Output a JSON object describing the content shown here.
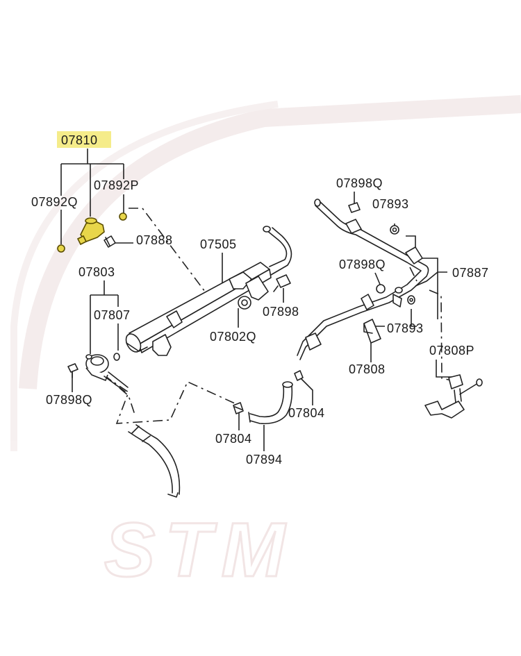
{
  "labels": {
    "p07810": "07810",
    "p07892P": "07892P",
    "p07892Q": "07892Q",
    "p07888": "07888",
    "p07505": "07505",
    "p07803": "07803",
    "p07807": "07807",
    "p07898Q_left": "07898Q",
    "p07802Q": "07802Q",
    "p07898": "07898",
    "p07804_left": "07804",
    "p07894": "07894",
    "p07804_mid": "07804",
    "p07898Q_top": "07898Q",
    "p07893_top": "07893",
    "p07898Q_mid": "07898Q",
    "p07887": "07887",
    "p07893_mid": "07893",
    "p07808": "07808",
    "p07808P": "07808P"
  },
  "highlight": {
    "part": "07810",
    "color": "#f5ec8a",
    "part_color": "#e8d64a"
  },
  "watermark": {
    "text": "STM",
    "color": "#f1e3e3"
  }
}
